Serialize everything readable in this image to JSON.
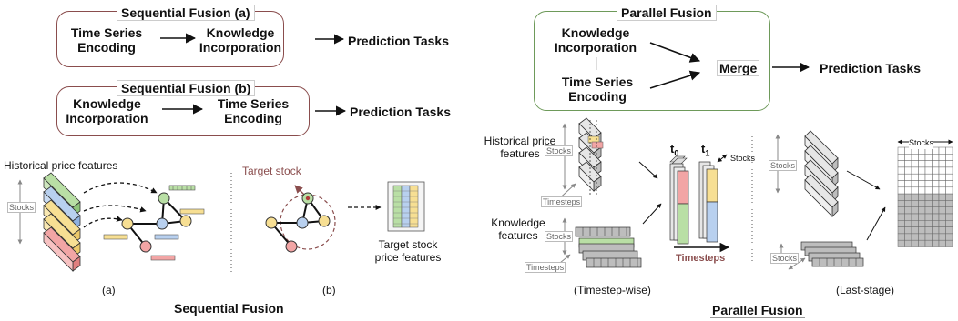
{
  "sequential": {
    "a": {
      "title": "Sequential Fusion (a)",
      "step1": [
        "Time Series",
        "Encoding"
      ],
      "step2": [
        "Knowledge",
        "Incorporation"
      ],
      "output": "Prediction Tasks"
    },
    "b": {
      "title": "Sequential Fusion (b)",
      "step1": [
        "Knowledge",
        "Incorporation"
      ],
      "step2": [
        "Time Series",
        "Encoding"
      ],
      "output": "Prediction Tasks"
    },
    "hist_label": "Historical price features",
    "stocks": "Stocks",
    "target_stock": "Target stock",
    "target_features": [
      "Target stock",
      "price features"
    ],
    "label_a": "(a)",
    "label_b": "(b)",
    "section_title": "Sequential Fusion"
  },
  "parallel": {
    "title": "Parallel Fusion",
    "knowledge": [
      "Knowledge",
      "Incorporation"
    ],
    "timeseries": [
      "Time Series",
      "Encoding"
    ],
    "merge": "Merge",
    "output": "Prediction Tasks",
    "hist_label": [
      "Historical price",
      "features"
    ],
    "knowledge_label": [
      "Knowledge",
      "features"
    ],
    "stocks": "Stocks",
    "timesteps": "Timesteps",
    "t0": "t",
    "t0_sub": "0",
    "t1": "t",
    "t1_sub": "1",
    "timesteps_red": "Timesteps",
    "label_timestep": "(Timestep-wise)",
    "label_last": "(Last-stage)",
    "section_title": "Parallel Fusion"
  },
  "colors": {
    "brown": "#8a4d4d",
    "green": "#6e9a5a",
    "red_fill": "#f2a5a5",
    "yellow_fill": "#f7df93",
    "blue_fill": "#b8d0ef",
    "green_fill": "#b9dfa5"
  }
}
